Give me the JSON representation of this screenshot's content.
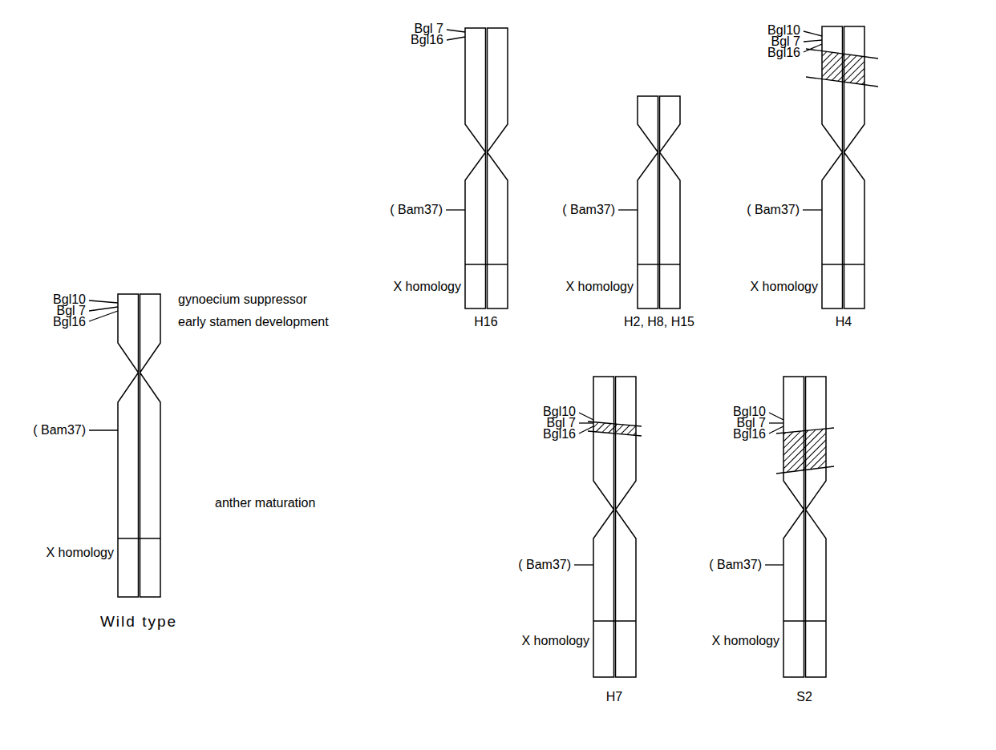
{
  "diagram": {
    "labels": [
      "Bgl10",
      "Bgl 7",
      "Bgl16",
      "gynoecium suppressor",
      "early stamen development",
      "( Bam37)",
      "anther maturation",
      "X homology",
      "Wild type",
      "Bgl 7",
      "Bgl16",
      "( Bam37)",
      "X homology",
      "H16",
      "( Bam37)",
      "X homology",
      "H2, H8, H15",
      "Bgl10",
      "Bgl 7",
      "Bgl16",
      "( Bam37)",
      "X homology",
      "H4",
      "Bgl10",
      "Bgl 7",
      "Bgl16",
      "( Bam37)",
      "X homology",
      "H7",
      "Bgl10",
      "Bgl 7",
      "Bgl16",
      "( Bam37)",
      "X homology",
      "S2"
    ]
  }
}
